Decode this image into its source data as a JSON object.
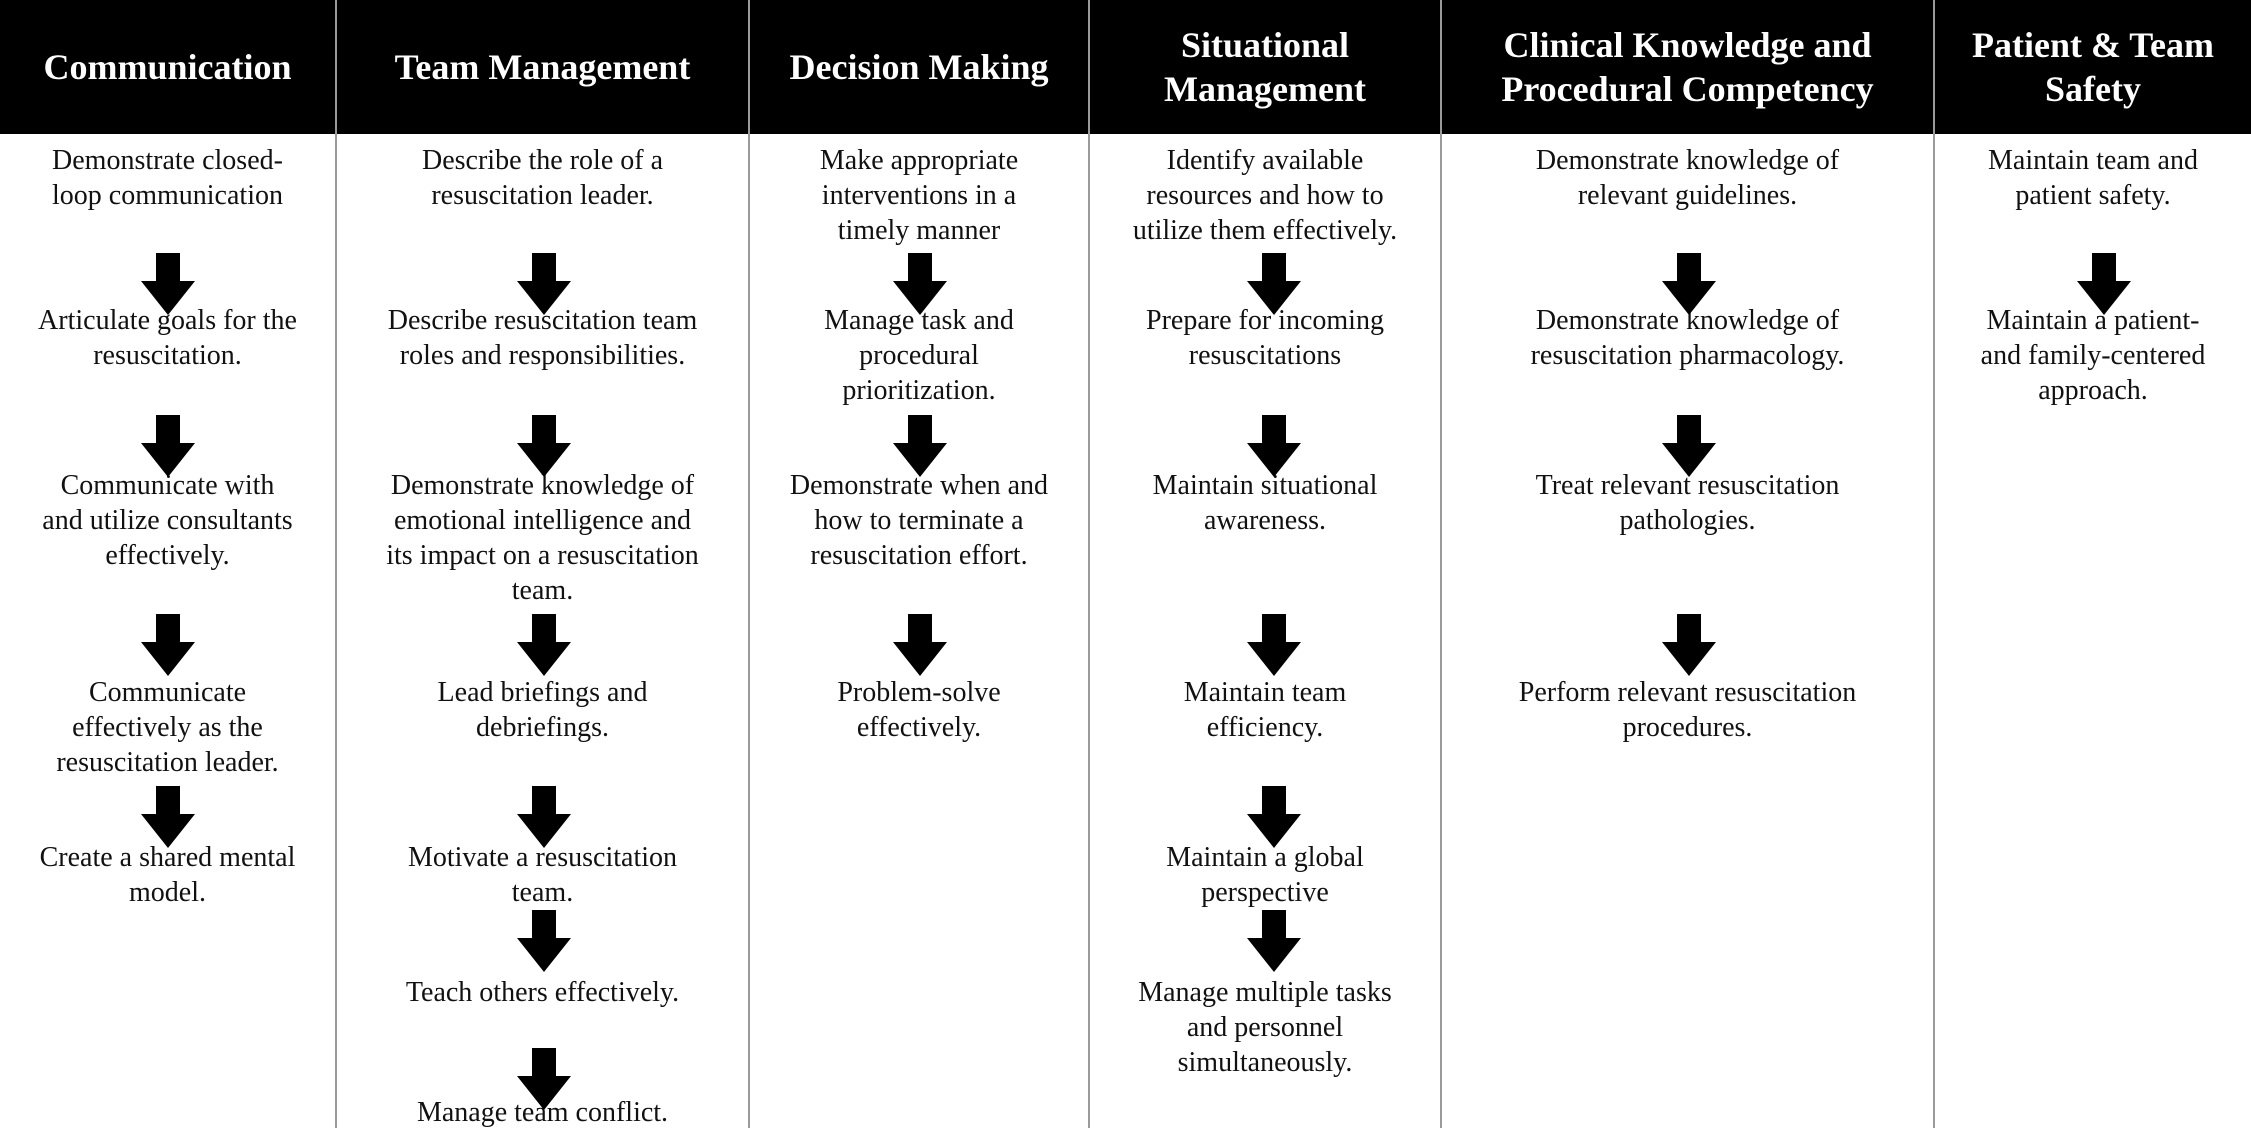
{
  "columns": [
    {
      "header": "Communication",
      "items": [
        "Demonstrate closed-\nloop communication",
        "Articulate goals for the\nresuscitation.",
        "Communicate with\nand utilize consultants\neffectively.",
        "Communicate\neffectively as the\nresuscitation leader.",
        "Create a shared mental\nmodel."
      ]
    },
    {
      "header": "Team Management",
      "items": [
        "Describe the role of a\nresuscitation leader.",
        "Describe resuscitation team\nroles and responsibilities.",
        "Demonstrate knowledge of\nemotional intelligence and\nits impact on a resuscitation\nteam.",
        "Lead briefings and\ndebriefings.",
        "Motivate a resuscitation\nteam.",
        "Teach others effectively.",
        "Manage team conflict."
      ]
    },
    {
      "header": "Decision Making",
      "items": [
        "Make appropriate\ninterventions in a\ntimely manner",
        "Manage task and\nprocedural\nprioritization.",
        "Demonstrate when and\nhow to terminate a\nresuscitation effort.",
        "Problem-solve\neffectively."
      ]
    },
    {
      "header": "Situational\nManagement",
      "items": [
        "Identify available\nresources and how to\nutilize them effectively.",
        "Prepare for incoming\nresuscitations",
        "Maintain situational\nawareness.",
        "Maintain team\nefficiency.",
        "Maintain a global\nperspective",
        "Manage multiple tasks\nand personnel\nsimultaneously."
      ]
    },
    {
      "header": "Clinical Knowledge and\nProcedural Competency",
      "items": [
        "Demonstrate knowledge of\nrelevant guidelines.",
        "Demonstrate knowledge of\nresuscitation pharmacology.",
        "Treat relevant resuscitation\npathologies.",
        "Perform relevant resuscitation\nprocedures."
      ]
    },
    {
      "header": "Patient & Team\nSafety",
      "items": [
        "Maintain team and\npatient safety.",
        "Maintain a patient-\nand family-centered\napproach."
      ]
    }
  ],
  "colors": {
    "header_bg": "#000000",
    "header_text": "#ffffff",
    "arrow": "#000000",
    "divider": "#9a9a9a"
  },
  "icons": {
    "connector": "down-arrow-icon"
  }
}
